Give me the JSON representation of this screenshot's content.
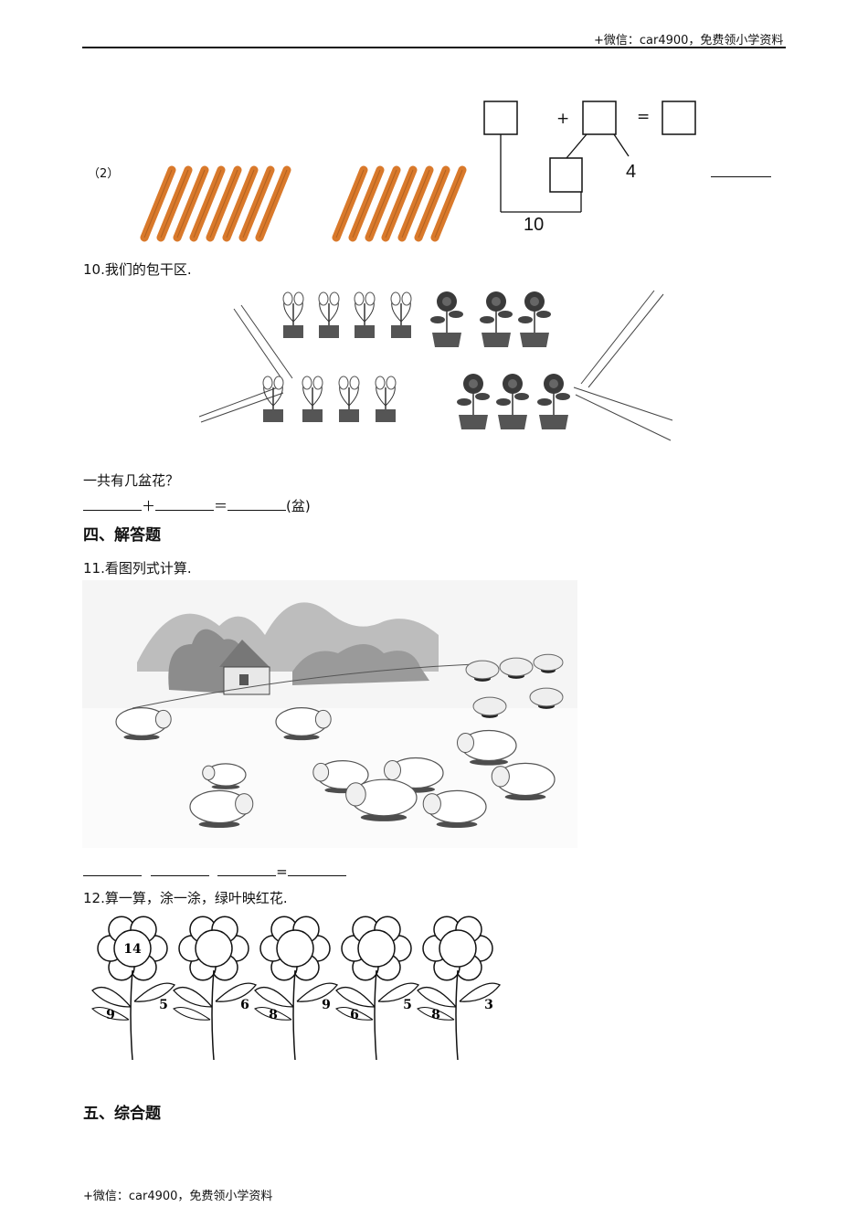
{
  "header": {
    "text": "+微信：car4900，免费领小学资料"
  },
  "footer": {
    "text": "+微信：car4900，免费领小学资料"
  },
  "q9_2": {
    "label": "（2）",
    "plus": "+",
    "equals": "=",
    "num_a": "4",
    "num_b": "10"
  },
  "q10": {
    "title": "10.我们的包干区.",
    "question": "一共有几盆花？",
    "equation": {
      "plus": "＋",
      "equals": "＝",
      "unit": "(盆)"
    }
  },
  "section4": {
    "title": "四、解答题"
  },
  "q11": {
    "title": "11.看图列式计算.",
    "equals": "="
  },
  "q12": {
    "title": "12.算一算，涂一涂，绿叶映红花.",
    "flowers": [
      {
        "center": "14",
        "left_leaf": "9",
        "right_leaf": "5"
      },
      {
        "center": "",
        "left_leaf": "",
        "right_leaf": "6"
      },
      {
        "center": "",
        "left_leaf": "8",
        "right_leaf": "9"
      },
      {
        "center": "",
        "left_leaf": "6",
        "right_leaf": "5"
      },
      {
        "center": "",
        "left_leaf": "8",
        "right_leaf": "3"
      }
    ]
  },
  "section5": {
    "title": "五、综合题"
  }
}
